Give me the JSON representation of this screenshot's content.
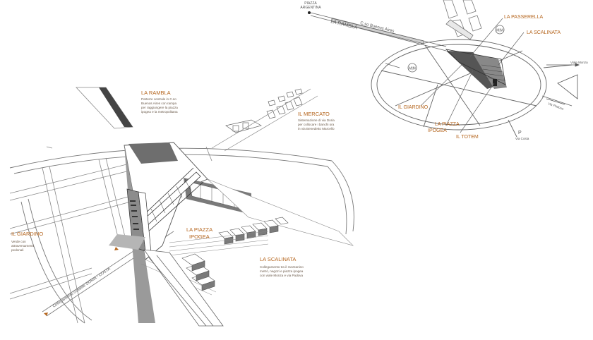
{
  "colors": {
    "accent": "#b5651d",
    "line": "#555555",
    "shade": "#9a9a9a"
  },
  "overview": {
    "piazza_argentina": [
      "PIAZZA",
      "ARGENTINA"
    ],
    "la_rambla": "LA RAMBLA",
    "corso": "C.so Buenos Aires",
    "la_passerella": "LA PASSERELLA",
    "la_scalinata": "LA SCALINATA",
    "il_giardino": "IL GIARDINO",
    "la_piazza_ipogea": [
      "LA PIAZZA",
      "IPOGEA"
    ],
    "il_totem": "IL TOTEM",
    "viale_monza": "Viale Monza",
    "via_padova": "Via Padova",
    "via_costa": "Via Costa",
    "mm_top": "M|M",
    "mm_left": "M|M",
    "p_marker": "P"
  },
  "detail": {
    "la_rambla": {
      "title": "LA RAMBLA",
      "desc": [
        "Parterre centrale in C.so",
        "Buenos Aires con rampa",
        "per raggiungere la piazza",
        "ipogea e la metropolitana"
      ]
    },
    "il_mercato": {
      "title": "IL MERCATO",
      "desc": [
        "Sistemazione di via Doria",
        "per collocare i banchi ora",
        "in via Benedetto Marcello"
      ]
    },
    "il_giardino": {
      "title": "IL GIARDINO",
      "desc": [
        "Verde con",
        "attraversamenti",
        "pedonali"
      ]
    },
    "la_piazza_ipogea": [
      "LA PIAZZA",
      "IPOGEA"
    ],
    "la_scalinata": {
      "title": "LA SCALINATA",
      "desc": [
        "Collegamento tra il mezzanino",
        "metrò, negozi e piazza ipogea",
        "con viale Monza e via Padova"
      ]
    },
    "collegamento": "Collegamento ciclabile DORIA - COSTA"
  }
}
